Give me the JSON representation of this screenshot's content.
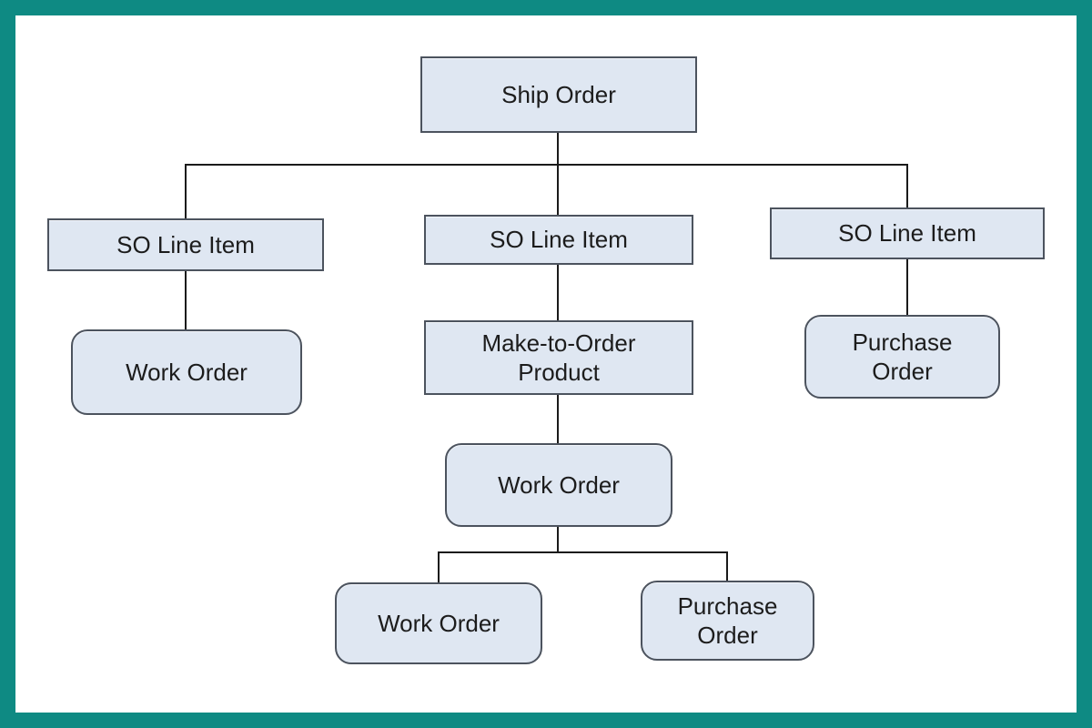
{
  "diagram": {
    "type": "tree",
    "nodes": {
      "ship_order": {
        "label": "Ship Order",
        "shape": "rect"
      },
      "so_line_item_left": {
        "label": "SO Line Item",
        "shape": "rect"
      },
      "so_line_item_middle": {
        "label": "SO Line Item",
        "shape": "rect"
      },
      "so_line_item_right": {
        "label": "SO Line Item",
        "shape": "rect"
      },
      "work_order_left": {
        "label": "Work Order",
        "shape": "rounded"
      },
      "make_to_order_product": {
        "label": "Make-to-Order Product",
        "shape": "rect"
      },
      "work_order_middle": {
        "label": "Work Order",
        "shape": "rounded"
      },
      "work_order_bottom": {
        "label": "Work Order",
        "shape": "rounded"
      },
      "purchase_order_bottom": {
        "label": "Purchase Order",
        "shape": "rounded"
      },
      "purchase_order_right": {
        "label": "Purchase Order",
        "shape": "rounded"
      }
    },
    "edges": [
      {
        "from": "ship_order",
        "to": "so_line_item_left"
      },
      {
        "from": "ship_order",
        "to": "so_line_item_middle"
      },
      {
        "from": "ship_order",
        "to": "so_line_item_right"
      },
      {
        "from": "so_line_item_left",
        "to": "work_order_left"
      },
      {
        "from": "so_line_item_middle",
        "to": "make_to_order_product"
      },
      {
        "from": "make_to_order_product",
        "to": "work_order_middle"
      },
      {
        "from": "work_order_middle",
        "to": "work_order_bottom"
      },
      {
        "from": "work_order_middle",
        "to": "purchase_order_bottom"
      },
      {
        "from": "so_line_item_right",
        "to": "purchase_order_right"
      }
    ],
    "colors": {
      "frame": "#0e8a83",
      "node_fill": "#dfe7f2",
      "node_border": "#4c535e",
      "line": "#1a1a1a",
      "canvas": "#ffffff"
    }
  }
}
